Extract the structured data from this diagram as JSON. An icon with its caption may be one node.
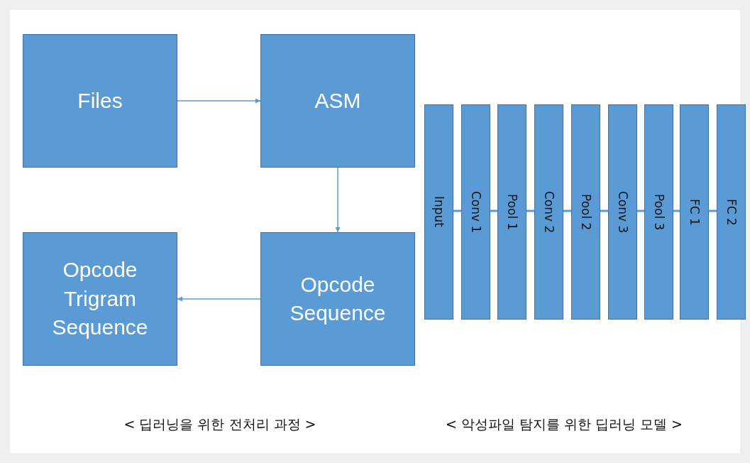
{
  "diagram": {
    "nodes": [
      {
        "text": [
          "Files"
        ]
      },
      {
        "text": [
          "ASM"
        ]
      },
      {
        "text": [
          "Opcode Sequence"
        ]
      },
      {
        "text": [
          "Opcode Trigram Sequence"
        ]
      },
      {
        "text": [
          "Input"
        ]
      },
      {
        "text": [
          "Conv 1"
        ]
      },
      {
        "text": [
          "Pool 1"
        ]
      },
      {
        "text": [
          "Conv 2"
        ]
      },
      {
        "text": [
          "Pool 2"
        ]
      },
      {
        "text": [
          "Conv 3"
        ]
      },
      {
        "text": [
          "Pool 3"
        ]
      },
      {
        "text": [
          "FC 1"
        ]
      },
      {
        "text": [
          "FC 2"
        ]
      }
    ],
    "edges": [
      {
        "from": 0,
        "to": 1,
        "arrow": "to"
      },
      {
        "from": 1,
        "to": 2,
        "arrow": "to"
      },
      {
        "from": 2,
        "to": 3,
        "arrow": "to"
      },
      {
        "from": 4,
        "to": 5,
        "arrow": "none"
      },
      {
        "from": 5,
        "to": 6,
        "arrow": "none"
      },
      {
        "from": 6,
        "to": 7,
        "arrow": "none"
      },
      {
        "from": 7,
        "to": 8,
        "arrow": "none"
      },
      {
        "from": 8,
        "to": 9,
        "arrow": "none"
      },
      {
        "from": 9,
        "to": 10,
        "arrow": "none"
      },
      {
        "from": 10,
        "to": 11,
        "arrow": "none"
      },
      {
        "from": 11,
        "to": 12,
        "arrow": "none"
      }
    ],
    "labels": [
      "< 딥러닝을 위한 전처리 과정 >",
      "< 악성파일 탐지를 위한 딥러닝 모델 >"
    ]
  }
}
